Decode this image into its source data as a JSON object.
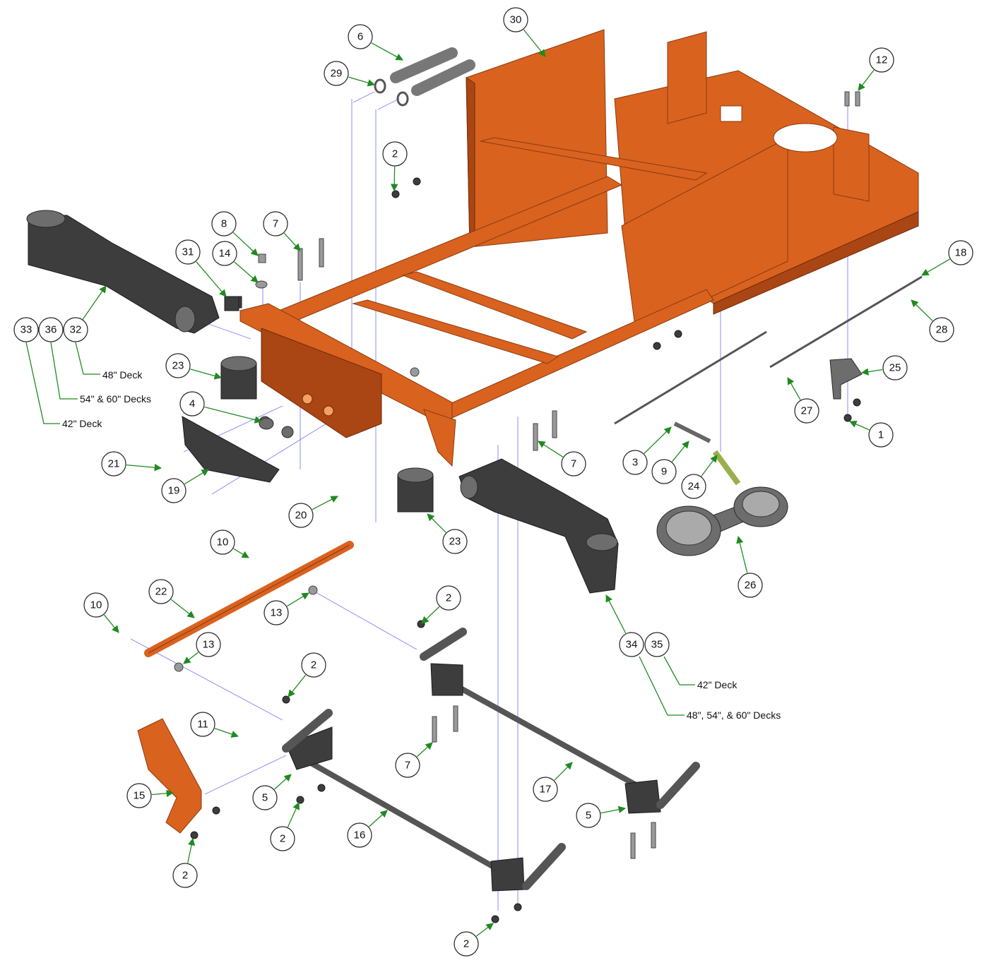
{
  "diagram": {
    "callouts": [
      "6",
      "30",
      "29",
      "12",
      "2",
      "8",
      "7",
      "31",
      "14",
      "18",
      "33",
      "36",
      "32",
      "28",
      "23",
      "25",
      "4",
      "27",
      "1",
      "7",
      "3",
      "9",
      "21",
      "24",
      "19",
      "20",
      "23",
      "10",
      "26",
      "22",
      "13",
      "10",
      "2",
      "34",
      "35",
      "13",
      "2",
      "11",
      "7",
      "17",
      "15",
      "5",
      "5",
      "2",
      "16",
      "2",
      "2"
    ],
    "notes": {
      "deck_48": "48\" Deck",
      "deck_54_60": "54\" & 60\" Decks",
      "deck_42_left": "42\" Deck",
      "deck_42_right": "42\" Deck",
      "deck_48_54_60": "48\", 54\", & 60\" Decks"
    },
    "colors": {
      "frame": "#d9621f",
      "rubber": "#3d3d3d",
      "leader": "#1f8a1f",
      "alignment": "#7f7fff"
    }
  }
}
